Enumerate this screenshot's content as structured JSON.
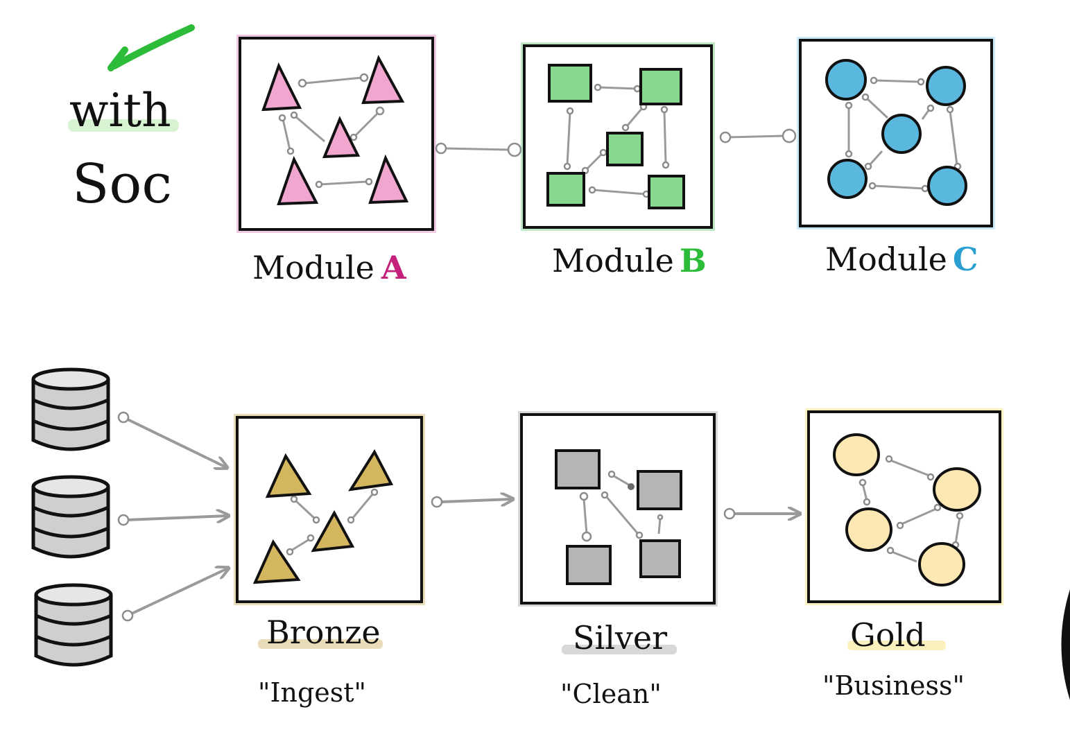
{
  "title": {
    "line1": "with",
    "line2": "Soc"
  },
  "colors": {
    "check": "#2dbb3a",
    "highlight_green": "#d7f3d2",
    "module_a_accent": "#c41f7a",
    "module_b_accent": "#2dbb3a",
    "module_c_accent": "#2a9fd0",
    "module_a_glow": "#f1c8e2",
    "module_b_glow": "#bfe8c6",
    "module_c_glow": "#c9ecf6",
    "triangle_pink": "#f0a6cf",
    "square_green": "#86d88f",
    "circle_blue": "#5ab8df",
    "triangle_bronze": "#d4b65e",
    "square_grey": "#b5b5b5",
    "circle_gold": "#fde7b3",
    "bronze_glow": "#e9dcb8",
    "silver_glow": "#d8d8d8",
    "gold_glow": "#fbf1bf"
  },
  "modules": [
    {
      "prefix": "Module",
      "letter": "A"
    },
    {
      "prefix": "Module",
      "letter": "B"
    },
    {
      "prefix": "Module",
      "letter": "C"
    }
  ],
  "layers": [
    {
      "name": "Bronze",
      "subtitle": "\"Ingest\""
    },
    {
      "name": "Silver",
      "subtitle": "\"Clean\""
    },
    {
      "name": "Gold",
      "subtitle": "\"Business\""
    }
  ],
  "databases": [
    "database-1",
    "database-2",
    "database-3"
  ],
  "icons": {
    "check": "checkmark-icon",
    "database": "database-icon"
  }
}
